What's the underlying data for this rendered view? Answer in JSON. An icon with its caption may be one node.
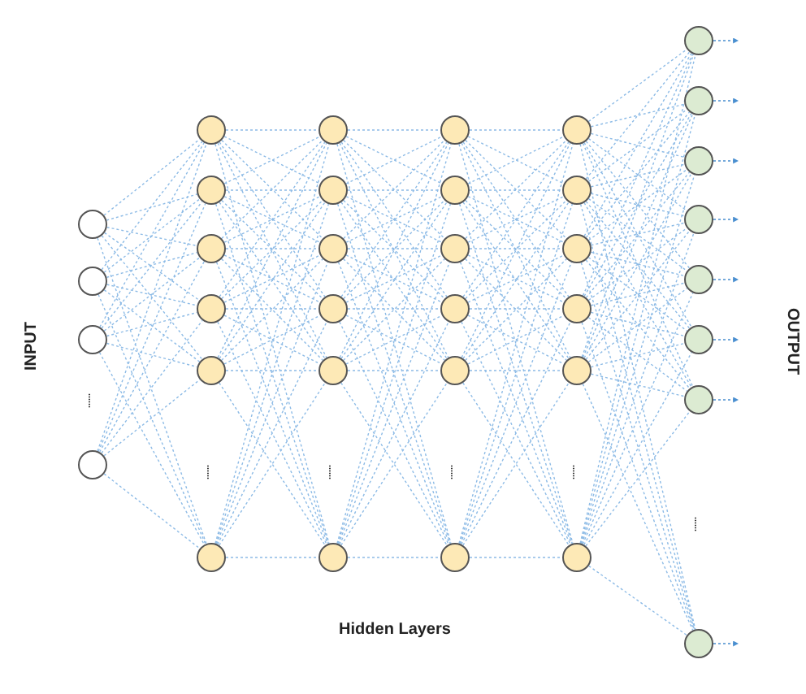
{
  "diagram": {
    "nodes": [
      {
        "text": [],
        "shape": "circle"
      },
      {
        "text": [],
        "shape": "circle"
      },
      {
        "text": [],
        "shape": "circle"
      },
      {
        "text": [],
        "shape": "circle"
      },
      {
        "text": [],
        "shape": "circle"
      },
      {
        "text": [],
        "shape": "circle"
      },
      {
        "text": [],
        "shape": "circle"
      },
      {
        "text": [],
        "shape": "circle"
      },
      {
        "text": [],
        "shape": "circle"
      },
      {
        "text": [],
        "shape": "circle"
      },
      {
        "text": [],
        "shape": "circle"
      },
      {
        "text": [],
        "shape": "circle"
      },
      {
        "text": [],
        "shape": "circle"
      },
      {
        "text": [],
        "shape": "circle"
      },
      {
        "text": [],
        "shape": "circle"
      },
      {
        "text": [],
        "shape": "circle"
      },
      {
        "text": [],
        "shape": "circle"
      },
      {
        "text": [],
        "shape": "circle"
      },
      {
        "text": [],
        "shape": "circle"
      },
      {
        "text": [],
        "shape": "circle"
      },
      {
        "text": [],
        "shape": "circle"
      },
      {
        "text": [],
        "shape": "circle"
      },
      {
        "text": [],
        "shape": "circle"
      },
      {
        "text": [],
        "shape": "circle"
      },
      {
        "text": [],
        "shape": "circle"
      },
      {
        "text": [],
        "shape": "circle"
      },
      {
        "text": [],
        "shape": "circle"
      },
      {
        "text": [],
        "shape": "circle"
      },
      {
        "text": [],
        "shape": "circle"
      },
      {
        "text": [],
        "shape": "circle"
      },
      {
        "text": [],
        "shape": "circle"
      },
      {
        "text": [],
        "shape": "circle"
      },
      {
        "text": [],
        "shape": "circle"
      },
      {
        "text": [],
        "shape": "circle"
      },
      {
        "text": [],
        "shape": "circle"
      },
      {
        "text": [],
        "shape": "circle"
      }
    ],
    "edges": [
      {
        "from": 0,
        "to": 4,
        "arrow": "none"
      },
      {
        "from": 0,
        "to": 5,
        "arrow": "none"
      },
      {
        "from": 0,
        "to": 6,
        "arrow": "none"
      },
      {
        "from": 0,
        "to": 7,
        "arrow": "none"
      },
      {
        "from": 0,
        "to": 8,
        "arrow": "none"
      },
      {
        "from": 0,
        "to": 9,
        "arrow": "none"
      },
      {
        "from": 1,
        "to": 4,
        "arrow": "none"
      },
      {
        "from": 1,
        "to": 5,
        "arrow": "none"
      },
      {
        "from": 1,
        "to": 6,
        "arrow": "none"
      },
      {
        "from": 1,
        "to": 7,
        "arrow": "none"
      },
      {
        "from": 1,
        "to": 8,
        "arrow": "none"
      },
      {
        "from": 1,
        "to": 9,
        "arrow": "none"
      },
      {
        "from": 2,
        "to": 4,
        "arrow": "none"
      },
      {
        "from": 2,
        "to": 5,
        "arrow": "none"
      },
      {
        "from": 2,
        "to": 6,
        "arrow": "none"
      },
      {
        "from": 2,
        "to": 7,
        "arrow": "none"
      },
      {
        "from": 2,
        "to": 8,
        "arrow": "none"
      },
      {
        "from": 2,
        "to": 9,
        "arrow": "none"
      },
      {
        "from": 3,
        "to": 4,
        "arrow": "none"
      },
      {
        "from": 3,
        "to": 5,
        "arrow": "none"
      },
      {
        "from": 3,
        "to": 6,
        "arrow": "none"
      },
      {
        "from": 3,
        "to": 7,
        "arrow": "none"
      },
      {
        "from": 3,
        "to": 8,
        "arrow": "none"
      },
      {
        "from": 3,
        "to": 9,
        "arrow": "none"
      },
      {
        "from": 4,
        "to": 10,
        "arrow": "none"
      },
      {
        "from": 4,
        "to": 11,
        "arrow": "none"
      },
      {
        "from": 4,
        "to": 12,
        "arrow": "none"
      },
      {
        "from": 4,
        "to": 13,
        "arrow": "none"
      },
      {
        "from": 4,
        "to": 14,
        "arrow": "none"
      },
      {
        "from": 4,
        "to": 15,
        "arrow": "none"
      },
      {
        "from": 5,
        "to": 10,
        "arrow": "none"
      },
      {
        "from": 5,
        "to": 11,
        "arrow": "none"
      },
      {
        "from": 5,
        "to": 12,
        "arrow": "none"
      },
      {
        "from": 5,
        "to": 13,
        "arrow": "none"
      },
      {
        "from": 5,
        "to": 14,
        "arrow": "none"
      },
      {
        "from": 5,
        "to": 15,
        "arrow": "none"
      },
      {
        "from": 6,
        "to": 10,
        "arrow": "none"
      },
      {
        "from": 6,
        "to": 11,
        "arrow": "none"
      },
      {
        "from": 6,
        "to": 12,
        "arrow": "none"
      },
      {
        "from": 6,
        "to": 13,
        "arrow": "none"
      },
      {
        "from": 6,
        "to": 14,
        "arrow": "none"
      },
      {
        "from": 6,
        "to": 15,
        "arrow": "none"
      },
      {
        "from": 7,
        "to": 10,
        "arrow": "none"
      },
      {
        "from": 7,
        "to": 11,
        "arrow": "none"
      },
      {
        "from": 7,
        "to": 12,
        "arrow": "none"
      },
      {
        "from": 7,
        "to": 13,
        "arrow": "none"
      },
      {
        "from": 7,
        "to": 14,
        "arrow": "none"
      },
      {
        "from": 7,
        "to": 15,
        "arrow": "none"
      },
      {
        "from": 8,
        "to": 10,
        "arrow": "none"
      },
      {
        "from": 8,
        "to": 11,
        "arrow": "none"
      },
      {
        "from": 8,
        "to": 12,
        "arrow": "none"
      },
      {
        "from": 8,
        "to": 13,
        "arrow": "none"
      },
      {
        "from": 8,
        "to": 14,
        "arrow": "none"
      },
      {
        "from": 8,
        "to": 15,
        "arrow": "none"
      },
      {
        "from": 9,
        "to": 10,
        "arrow": "none"
      },
      {
        "from": 9,
        "to": 11,
        "arrow": "none"
      },
      {
        "from": 9,
        "to": 12,
        "arrow": "none"
      },
      {
        "from": 9,
        "to": 13,
        "arrow": "none"
      },
      {
        "from": 9,
        "to": 14,
        "arrow": "none"
      },
      {
        "from": 9,
        "to": 15,
        "arrow": "none"
      },
      {
        "from": 10,
        "to": 16,
        "arrow": "none"
      },
      {
        "from": 10,
        "to": 17,
        "arrow": "none"
      },
      {
        "from": 10,
        "to": 18,
        "arrow": "none"
      },
      {
        "from": 10,
        "to": 19,
        "arrow": "none"
      },
      {
        "from": 10,
        "to": 20,
        "arrow": "none"
      },
      {
        "from": 10,
        "to": 21,
        "arrow": "none"
      },
      {
        "from": 11,
        "to": 16,
        "arrow": "none"
      },
      {
        "from": 11,
        "to": 17,
        "arrow": "none"
      },
      {
        "from": 11,
        "to": 18,
        "arrow": "none"
      },
      {
        "from": 11,
        "to": 19,
        "arrow": "none"
      },
      {
        "from": 11,
        "to": 20,
        "arrow": "none"
      },
      {
        "from": 11,
        "to": 21,
        "arrow": "none"
      },
      {
        "from": 12,
        "to": 16,
        "arrow": "none"
      },
      {
        "from": 12,
        "to": 17,
        "arrow": "none"
      },
      {
        "from": 12,
        "to": 18,
        "arrow": "none"
      },
      {
        "from": 12,
        "to": 19,
        "arrow": "none"
      },
      {
        "from": 12,
        "to": 20,
        "arrow": "none"
      },
      {
        "from": 12,
        "to": 21,
        "arrow": "none"
      },
      {
        "from": 13,
        "to": 16,
        "arrow": "none"
      },
      {
        "from": 13,
        "to": 17,
        "arrow": "none"
      },
      {
        "from": 13,
        "to": 18,
        "arrow": "none"
      },
      {
        "from": 13,
        "to": 19,
        "arrow": "none"
      },
      {
        "from": 13,
        "to": 20,
        "arrow": "none"
      },
      {
        "from": 13,
        "to": 21,
        "arrow": "none"
      },
      {
        "from": 14,
        "to": 16,
        "arrow": "none"
      },
      {
        "from": 14,
        "to": 17,
        "arrow": "none"
      },
      {
        "from": 14,
        "to": 18,
        "arrow": "none"
      },
      {
        "from": 14,
        "to": 19,
        "arrow": "none"
      },
      {
        "from": 14,
        "to": 20,
        "arrow": "none"
      },
      {
        "from": 14,
        "to": 21,
        "arrow": "none"
      },
      {
        "from": 15,
        "to": 16,
        "arrow": "none"
      },
      {
        "from": 15,
        "to": 17,
        "arrow": "none"
      },
      {
        "from": 15,
        "to": 18,
        "arrow": "none"
      },
      {
        "from": 15,
        "to": 19,
        "arrow": "none"
      },
      {
        "from": 15,
        "to": 20,
        "arrow": "none"
      },
      {
        "from": 15,
        "to": 21,
        "arrow": "none"
      },
      {
        "from": 16,
        "to": 22,
        "arrow": "none"
      },
      {
        "from": 16,
        "to": 23,
        "arrow": "none"
      },
      {
        "from": 16,
        "to": 24,
        "arrow": "none"
      },
      {
        "from": 16,
        "to": 25,
        "arrow": "none"
      },
      {
        "from": 16,
        "to": 26,
        "arrow": "none"
      },
      {
        "from": 16,
        "to": 27,
        "arrow": "none"
      },
      {
        "from": 17,
        "to": 22,
        "arrow": "none"
      },
      {
        "from": 17,
        "to": 23,
        "arrow": "none"
      },
      {
        "from": 17,
        "to": 24,
        "arrow": "none"
      },
      {
        "from": 17,
        "to": 25,
        "arrow": "none"
      },
      {
        "from": 17,
        "to": 26,
        "arrow": "none"
      },
      {
        "from": 17,
        "to": 27,
        "arrow": "none"
      },
      {
        "from": 18,
        "to": 22,
        "arrow": "none"
      },
      {
        "from": 18,
        "to": 23,
        "arrow": "none"
      },
      {
        "from": 18,
        "to": 24,
        "arrow": "none"
      },
      {
        "from": 18,
        "to": 25,
        "arrow": "none"
      },
      {
        "from": 18,
        "to": 26,
        "arrow": "none"
      },
      {
        "from": 18,
        "to": 27,
        "arrow": "none"
      },
      {
        "from": 19,
        "to": 22,
        "arrow": "none"
      },
      {
        "from": 19,
        "to": 23,
        "arrow": "none"
      },
      {
        "from": 19,
        "to": 24,
        "arrow": "none"
      },
      {
        "from": 19,
        "to": 25,
        "arrow": "none"
      },
      {
        "from": 19,
        "to": 26,
        "arrow": "none"
      },
      {
        "from": 19,
        "to": 27,
        "arrow": "none"
      },
      {
        "from": 20,
        "to": 22,
        "arrow": "none"
      },
      {
        "from": 20,
        "to": 23,
        "arrow": "none"
      },
      {
        "from": 20,
        "to": 24,
        "arrow": "none"
      },
      {
        "from": 20,
        "to": 25,
        "arrow": "none"
      },
      {
        "from": 20,
        "to": 26,
        "arrow": "none"
      },
      {
        "from": 20,
        "to": 27,
        "arrow": "none"
      },
      {
        "from": 21,
        "to": 22,
        "arrow": "none"
      },
      {
        "from": 21,
        "to": 23,
        "arrow": "none"
      },
      {
        "from": 21,
        "to": 24,
        "arrow": "none"
      },
      {
        "from": 21,
        "to": 25,
        "arrow": "none"
      },
      {
        "from": 21,
        "to": 26,
        "arrow": "none"
      },
      {
        "from": 21,
        "to": 27,
        "arrow": "none"
      },
      {
        "from": 22,
        "to": 28,
        "arrow": "none"
      },
      {
        "from": 22,
        "to": 29,
        "arrow": "none"
      },
      {
        "from": 22,
        "to": 30,
        "arrow": "none"
      },
      {
        "from": 22,
        "to": 31,
        "arrow": "none"
      },
      {
        "from": 22,
        "to": 32,
        "arrow": "none"
      },
      {
        "from": 22,
        "to": 33,
        "arrow": "none"
      },
      {
        "from": 22,
        "to": 34,
        "arrow": "none"
      },
      {
        "from": 22,
        "to": 35,
        "arrow": "none"
      },
      {
        "from": 23,
        "to": 28,
        "arrow": "none"
      },
      {
        "from": 23,
        "to": 29,
        "arrow": "none"
      },
      {
        "from": 23,
        "to": 30,
        "arrow": "none"
      },
      {
        "from": 23,
        "to": 31,
        "arrow": "none"
      },
      {
        "from": 23,
        "to": 32,
        "arrow": "none"
      },
      {
        "from": 23,
        "to": 33,
        "arrow": "none"
      },
      {
        "from": 23,
        "to": 34,
        "arrow": "none"
      },
      {
        "from": 23,
        "to": 35,
        "arrow": "none"
      },
      {
        "from": 24,
        "to": 28,
        "arrow": "none"
      },
      {
        "from": 24,
        "to": 29,
        "arrow": "none"
      },
      {
        "from": 24,
        "to": 30,
        "arrow": "none"
      },
      {
        "from": 24,
        "to": 31,
        "arrow": "none"
      },
      {
        "from": 24,
        "to": 32,
        "arrow": "none"
      },
      {
        "from": 24,
        "to": 33,
        "arrow": "none"
      },
      {
        "from": 24,
        "to": 34,
        "arrow": "none"
      },
      {
        "from": 24,
        "to": 35,
        "arrow": "none"
      },
      {
        "from": 25,
        "to": 28,
        "arrow": "none"
      },
      {
        "from": 25,
        "to": 29,
        "arrow": "none"
      },
      {
        "from": 25,
        "to": 30,
        "arrow": "none"
      },
      {
        "from": 25,
        "to": 31,
        "arrow": "none"
      },
      {
        "from": 25,
        "to": 32,
        "arrow": "none"
      },
      {
        "from": 25,
        "to": 33,
        "arrow": "none"
      },
      {
        "from": 25,
        "to": 34,
        "arrow": "none"
      },
      {
        "from": 25,
        "to": 35,
        "arrow": "none"
      },
      {
        "from": 26,
        "to": 28,
        "arrow": "none"
      },
      {
        "from": 26,
        "to": 29,
        "arrow": "none"
      },
      {
        "from": 26,
        "to": 30,
        "arrow": "none"
      },
      {
        "from": 26,
        "to": 31,
        "arrow": "none"
      },
      {
        "from": 26,
        "to": 32,
        "arrow": "none"
      },
      {
        "from": 26,
        "to": 33,
        "arrow": "none"
      },
      {
        "from": 26,
        "to": 34,
        "arrow": "none"
      },
      {
        "from": 26,
        "to": 35,
        "arrow": "none"
      },
      {
        "from": 27,
        "to": 28,
        "arrow": "none"
      },
      {
        "from": 27,
        "to": 29,
        "arrow": "none"
      },
      {
        "from": 27,
        "to": 30,
        "arrow": "none"
      },
      {
        "from": 27,
        "to": 31,
        "arrow": "none"
      },
      {
        "from": 27,
        "to": 32,
        "arrow": "none"
      },
      {
        "from": 27,
        "to": 33,
        "arrow": "none"
      },
      {
        "from": 27,
        "to": 34,
        "arrow": "none"
      },
      {
        "from": 27,
        "to": 35,
        "arrow": "none"
      },
      {
        "from": 28,
        "to": null,
        "arrow": "to"
      },
      {
        "from": 29,
        "to": null,
        "arrow": "to"
      },
      {
        "from": 30,
        "to": null,
        "arrow": "to"
      },
      {
        "from": 31,
        "to": null,
        "arrow": "to"
      },
      {
        "from": 32,
        "to": null,
        "arrow": "to"
      },
      {
        "from": 33,
        "to": null,
        "arrow": "to"
      },
      {
        "from": 34,
        "to": null,
        "arrow": "to"
      },
      {
        "from": 35,
        "to": null,
        "arrow": "to"
      }
    ],
    "labels": [
      "INPUT",
      "......",
      "......",
      "......",
      "......",
      "......",
      "......",
      "OUTPUT",
      "Hidden Layers"
    ]
  }
}
